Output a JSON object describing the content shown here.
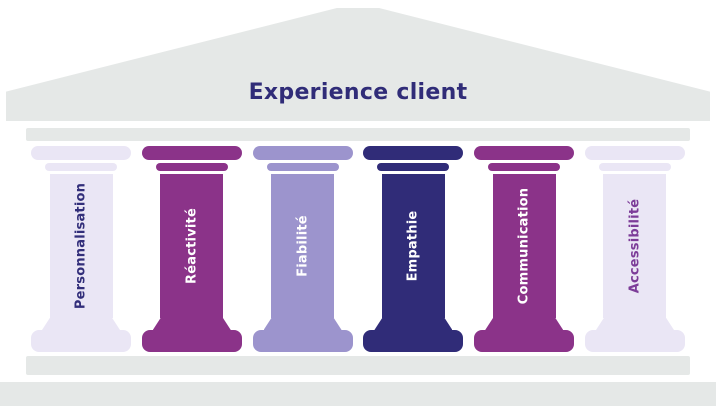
{
  "title": "Experience client",
  "colors": {
    "background": "#FFFFFF",
    "structure_gray": "#E5E8E7",
    "title_color": "#302C78"
  },
  "pillars": [
    {
      "label": "Personnalisation",
      "fill": "#EAE6F5",
      "text_color": "#322E7A"
    },
    {
      "label": "Réactivité",
      "fill": "#8B3389",
      "text_color": "#FFFFFF"
    },
    {
      "label": "Fiabilité",
      "fill": "#9C94CD",
      "text_color": "#FFFFFF"
    },
    {
      "label": "Empathie",
      "fill": "#302C78",
      "text_color": "#FFFFFF"
    },
    {
      "label": "Communication",
      "fill": "#8B3389",
      "text_color": "#FFFFFF"
    },
    {
      "label": "Accessibilité",
      "fill": "#EAE6F5",
      "text_color": "#7C3C98"
    }
  ]
}
